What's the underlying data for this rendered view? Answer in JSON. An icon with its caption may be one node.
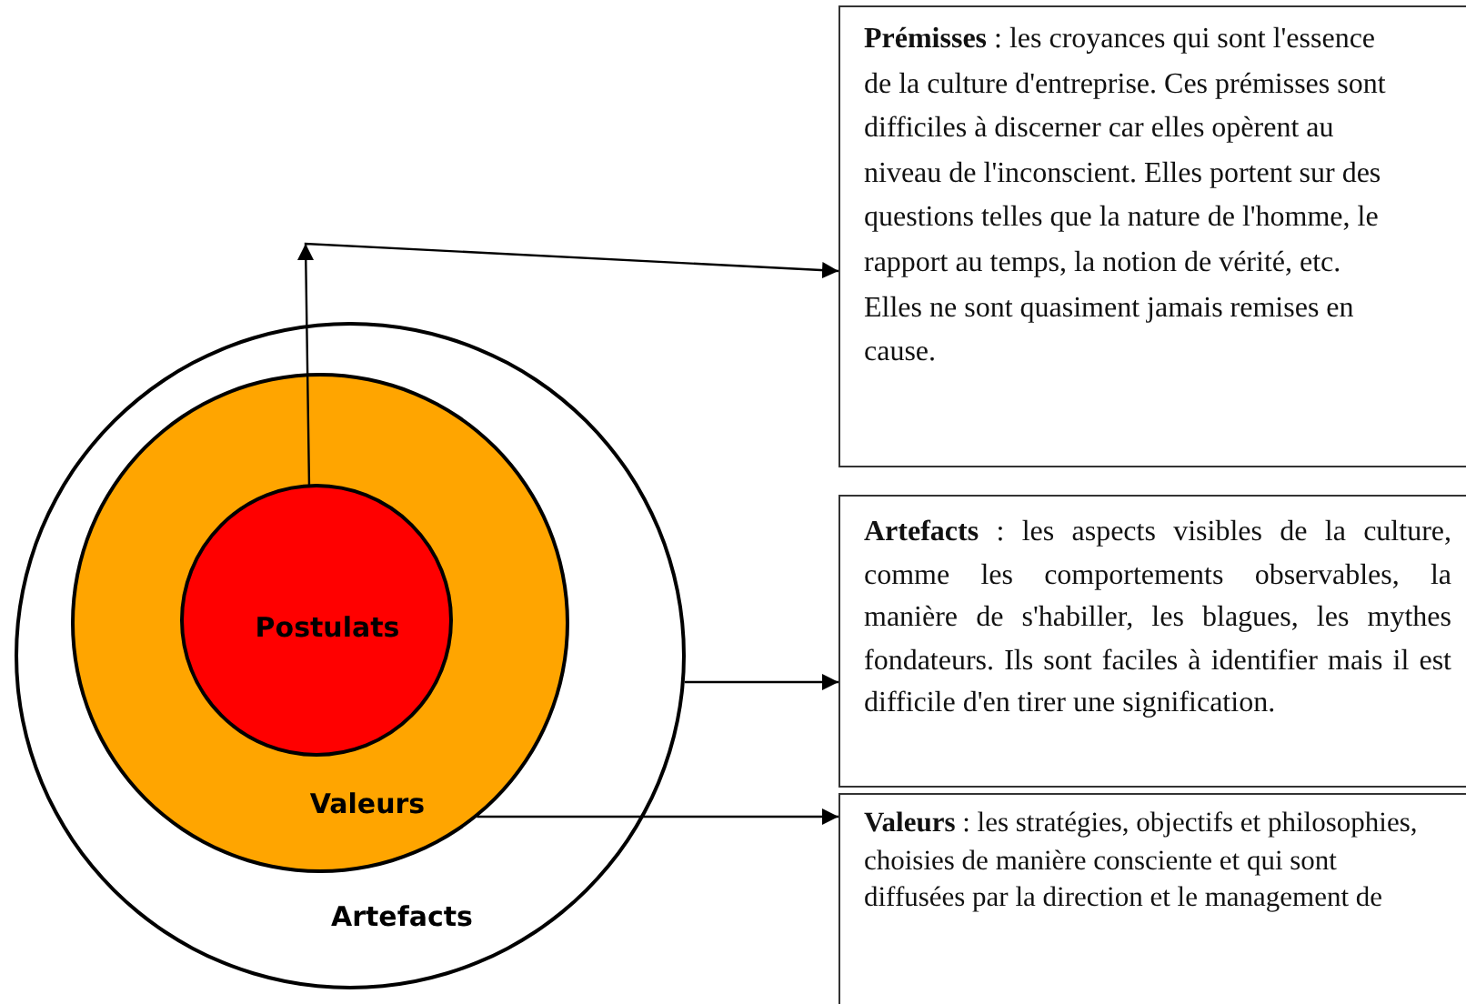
{
  "diagram": {
    "nodes": [
      {
        "text": [
          "Artefacts"
        ]
      },
      {
        "text": [
          "Valeurs"
        ],
        "in": 0
      },
      {
        "text": [
          "Postulats"
        ],
        "in": 1
      },
      {
        "text": [
          "**Prémisses** : les croyances qui sont l'essence de la culture d'entreprise. Ces prémisses sont difficiles à discerner car elles opèrent au niveau de l'inconscient. Elles portent sur des questions telles que la nature de l'homme, le rapport au temps, la notion de vérité, etc. Elles ne sont quasiment jamais remises en cause."
        ]
      },
      {
        "text": [
          "**Artefacts** : les aspects visibles de la culture, comme les comportements observables, la manière de s'habiller, les blagues, les mythes fondateurs. Ils sont faciles à identifier mais il est difficile d'en tirer une signification."
        ]
      },
      {
        "text": [
          "**Valeurs** : les stratégies, objectifs et philosophies, choisies de manière consciente et qui sont diffusées par la direction et le management de"
        ]
      }
    ],
    "edges": [
      {
        "from": 2,
        "to": 3,
        "arrow": "to"
      },
      {
        "from": 0,
        "to": 4,
        "arrow": "to"
      },
      {
        "from": 1,
        "to": 5,
        "arrow": "to"
      }
    ]
  }
}
